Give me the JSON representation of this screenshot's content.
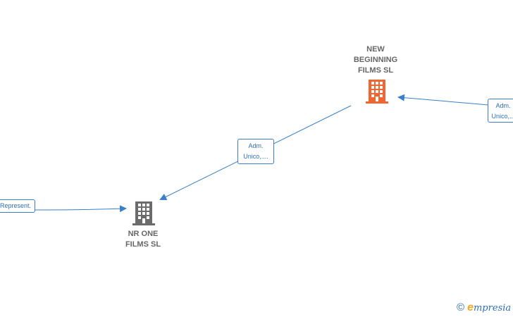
{
  "nodes": {
    "new_beginning": {
      "name": "NEW\nBEGINNING\nFILMS  SL",
      "icon": "building-icon",
      "color": "#f26531"
    },
    "nr_one": {
      "name": "NR ONE\nFILMS  SL",
      "icon": "building-icon",
      "color": "#6b6b6b"
    }
  },
  "edges": {
    "top_right": "Adm.\nUnico,...",
    "middle": "Adm.\nUnico,....",
    "left": "Represent."
  },
  "colors": {
    "edge": "#3a7fc8",
    "edge_text": "#2d6fb7"
  },
  "watermark": {
    "copyright": "©",
    "brand_first": "e",
    "brand_rest": "mpresia"
  }
}
